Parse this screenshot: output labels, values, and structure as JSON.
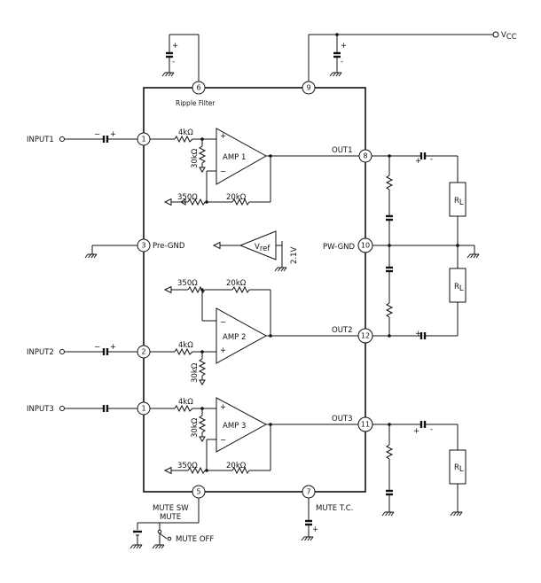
{
  "pins": {
    "p1": "1",
    "p2": "2",
    "p3": "3",
    "p5": "5",
    "p6": "6",
    "p7": "7",
    "p8": "8",
    "p9": "9",
    "p10": "10",
    "p11": "11",
    "p12": "12",
    "p13": "1"
  },
  "labels": {
    "vcc_main": "V",
    "vcc_sub": "CC",
    "ripple_filter": "Ripple Filter",
    "input1": "INPUT1",
    "input2": "INPUT2",
    "input3": "INPUT3",
    "pre_gnd": "Pre-GND",
    "pw_gnd": "PW-GND",
    "out1": "OUT1",
    "out2": "OUT2",
    "out3": "OUT3",
    "mute_sw": "MUTE SW",
    "mute": "MUTE",
    "mute_off": "MUTE OFF",
    "mute_tc": "MUTE T.C.",
    "vref_main": "V",
    "vref_sub": "ref",
    "vref_value": "2.1V"
  },
  "amps": {
    "amp1": "AMP 1",
    "amp2": "AMP 2",
    "amp3": "AMP 3"
  },
  "components": {
    "r4k": "4kΩ",
    "r30k": "30kΩ",
    "r350": "350Ω",
    "r20k": "20kΩ",
    "rl_main": "R",
    "rl_sub": "L"
  },
  "symbols": {
    "plus": "+",
    "minus": "−",
    "dash": "-"
  }
}
